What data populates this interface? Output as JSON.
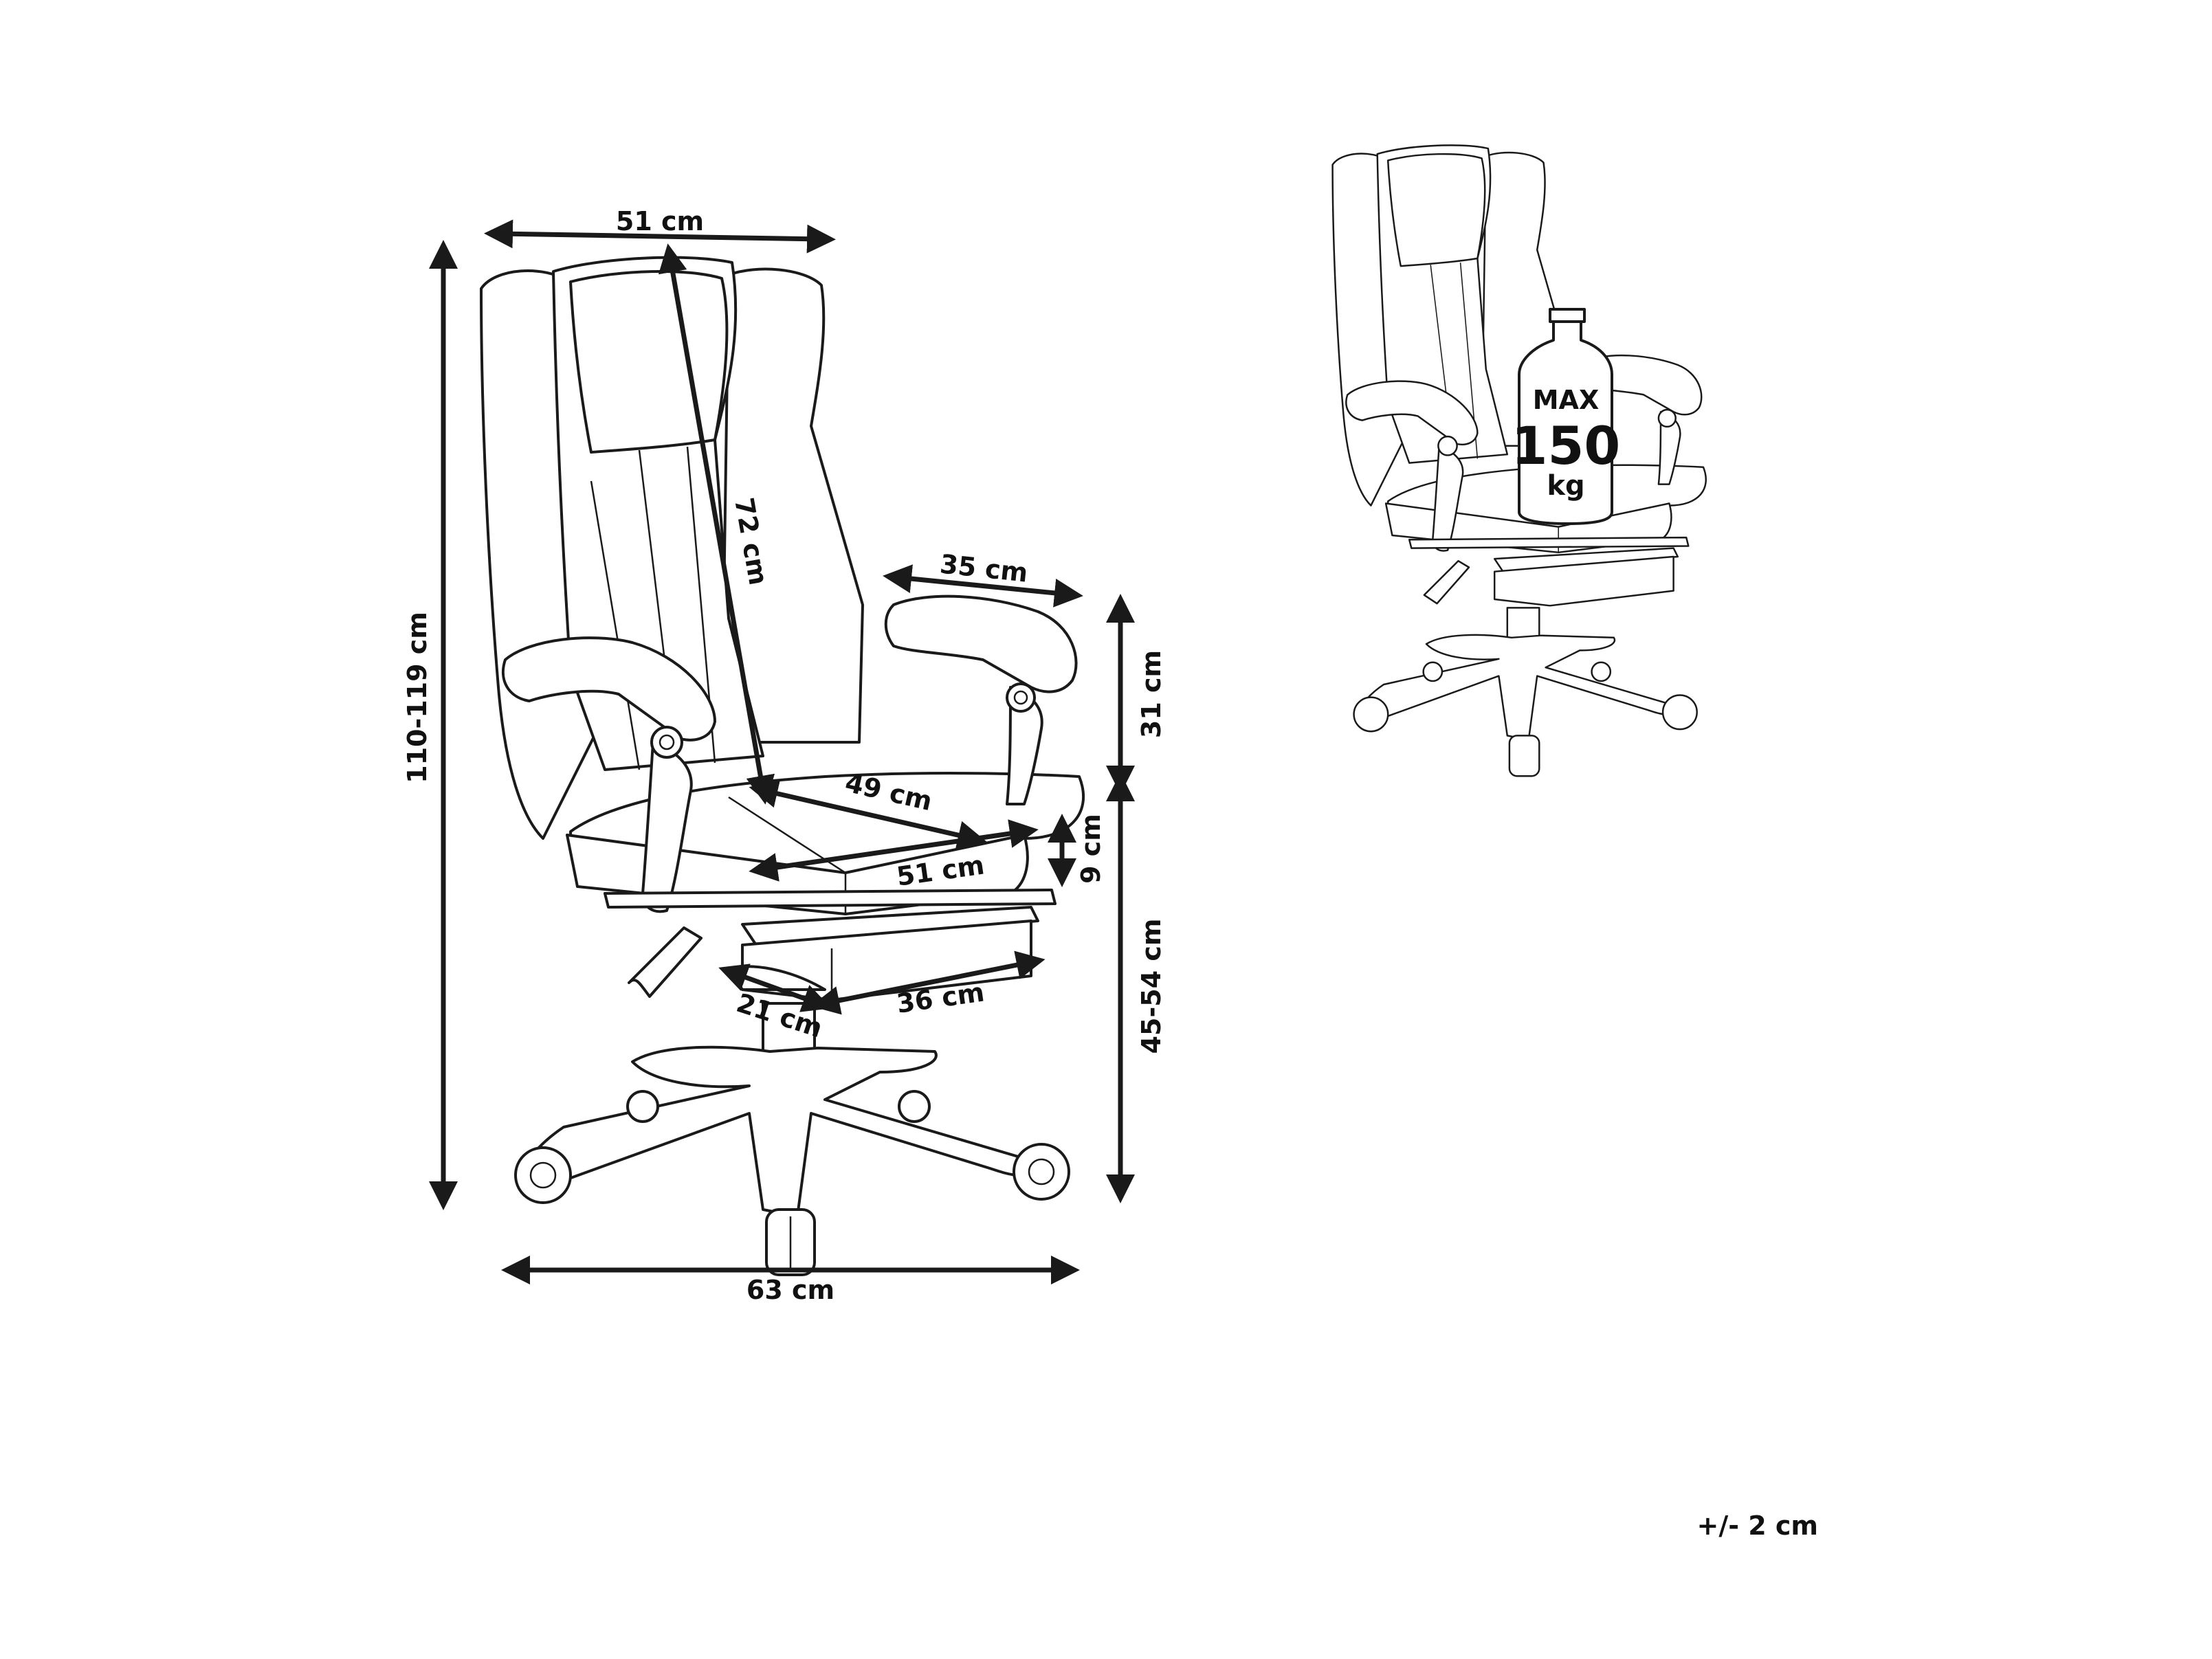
{
  "dimensions": {
    "top_width": "51 cm",
    "total_height": "110-119 cm",
    "backrest_height": "72 cm",
    "armrest_length": "35 cm",
    "armrest_height": "31 cm",
    "seat_depth": "49 cm",
    "seat_width": "51 cm",
    "seat_thickness": "9 cm",
    "seat_height": "45-54 cm",
    "footrest_depth": "21 cm",
    "footrest_width": "36 cm",
    "base_width": "63 cm"
  },
  "weight_badge": {
    "line1": "MAX",
    "line2": "150",
    "line3": "kg"
  },
  "tolerance": "+/- 2 cm",
  "colors": {
    "line": "#1a1a1a",
    "background": "#ffffff"
  }
}
